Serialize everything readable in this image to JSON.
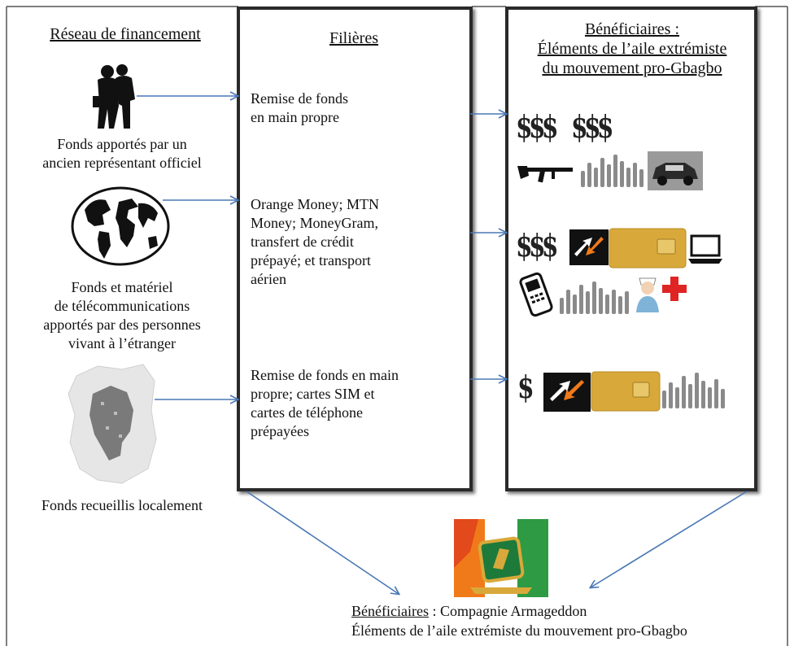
{
  "columns": {
    "left_title": "Réseau de financement",
    "middle_title": "Filières",
    "right_title_line1": "Bénéficiaires :",
    "right_title_line2": "Éléments de l’aile extrémiste",
    "right_title_line3": "du mouvement pro-Gbagbo"
  },
  "sources": [
    {
      "line1": "Fonds apportés par un",
      "line2": "ancien représentant officiel",
      "icon": "silhouette-people-icon"
    },
    {
      "line1": "Fonds et matériel",
      "line2": "de télécommunications",
      "line3": "apportés par des personnes",
      "line4": "vivant  à l’étranger",
      "icon": "globe-icon"
    },
    {
      "line1": "Fonds recueillis localement",
      "icon": "cote-divoire-map-icon"
    }
  ],
  "channels": [
    {
      "line1": "Remise de fonds",
      "line2": "en main propre"
    },
    {
      "line1": "Orange Money; MTN",
      "line2": "Money; MoneyGram,",
      "line3": "transfert de crédit",
      "line4": "prépayé; et transport",
      "line5": "aérien"
    },
    {
      "line1": "Remise de fonds en main",
      "line2": "propre; cartes SIM et",
      "line3": "cartes de téléphone",
      "line4": "prépayées"
    }
  ],
  "benefits": {
    "row1_dollars_a": "$$$",
    "row1_dollars_b": "$$$",
    "row2_dollars": "$$$",
    "row3_dollars": "$"
  },
  "bottom": {
    "label_underlined": "Bénéficiaires",
    "line1_rest": " : Compagnie Armageddon",
    "line2": "Éléments de l’aile extrémiste du mouvement pro-Gbagbo"
  },
  "colors": {
    "arrow": "#4a78b5",
    "border": "#2a2a2a",
    "orange": "#f07a1a",
    "sim_gold": "#d8a93a"
  }
}
